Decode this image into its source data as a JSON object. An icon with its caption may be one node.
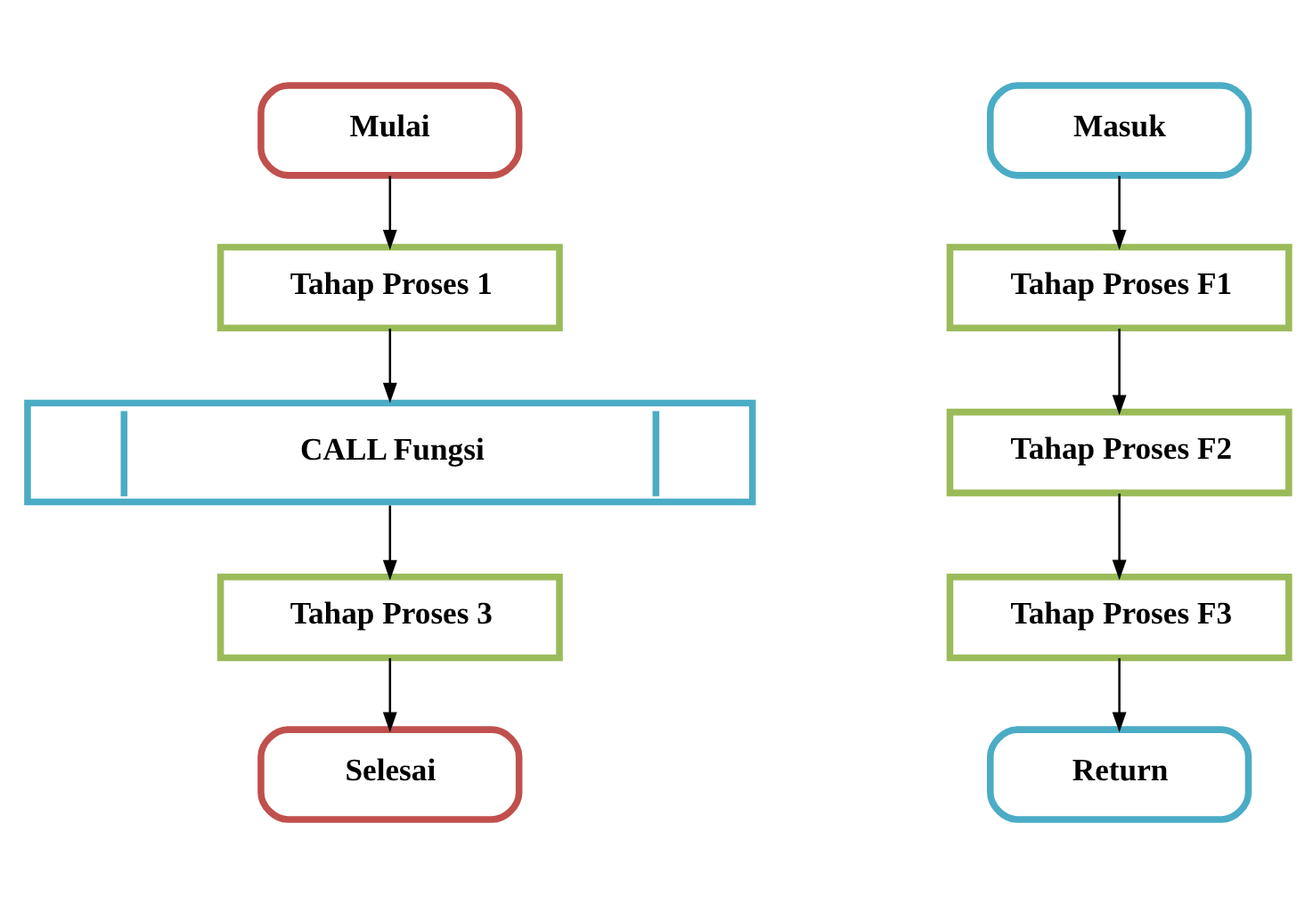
{
  "diagram": {
    "nodes": [
      {
        "text": [
          "Mulai"
        ]
      },
      {
        "text": [
          "Tahap Proses 1"
        ]
      },
      {
        "text": [
          "CALL Fungsi"
        ]
      },
      {
        "text": [
          "Tahap Proses 3"
        ]
      },
      {
        "text": [
          "Selesai"
        ]
      },
      {
        "text": [
          "Masuk"
        ]
      },
      {
        "text": [
          "Tahap Proses F1"
        ]
      },
      {
        "text": [
          "Tahap Proses F2"
        ]
      },
      {
        "text": [
          "Tahap Proses F3"
        ]
      },
      {
        "text": [
          "Return"
        ]
      }
    ],
    "edges": [
      {
        "from": 0,
        "to": 1,
        "arrow": "to"
      },
      {
        "from": 1,
        "to": 2,
        "arrow": "to"
      },
      {
        "from": 2,
        "to": 3,
        "arrow": "to"
      },
      {
        "from": 3,
        "to": 4,
        "arrow": "to"
      },
      {
        "from": 5,
        "to": 6,
        "arrow": "to"
      },
      {
        "from": 6,
        "to": 7,
        "arrow": "to"
      },
      {
        "from": 7,
        "to": 8,
        "arrow": "to"
      },
      {
        "from": 8,
        "to": 9,
        "arrow": "to"
      }
    ]
  }
}
